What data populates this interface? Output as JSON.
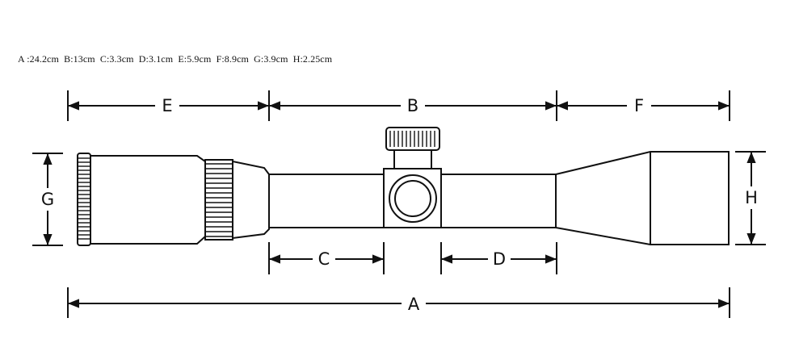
{
  "spec_line": "A :24.2cm  B:13cm  C:3.3cm  D:3.1cm  E:5.9cm  F:8.9cm  G:3.9cm  H:2.25cm",
  "labels": {
    "a": "A",
    "b": "B",
    "c": "C",
    "d": "D",
    "e": "E",
    "f": "F",
    "g": "G",
    "h": "H"
  },
  "colors": {
    "ink": "#111111",
    "background": "#ffffff"
  }
}
